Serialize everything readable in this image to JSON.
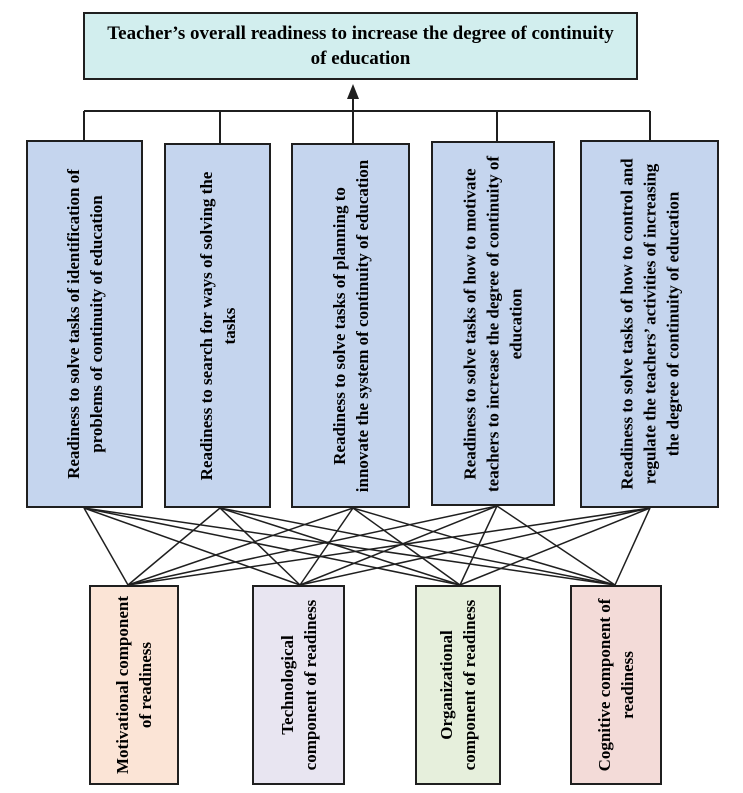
{
  "top": {
    "title": "Teacher’s overall readiness to increase the degree of continuity of education"
  },
  "tasks": [
    {
      "text": "Readiness to solve tasks of identification of problems of continuity of education"
    },
    {
      "text": "Readiness to search for ways of solving the tasks"
    },
    {
      "text": "Readiness to solve tasks of planning to innovate the system of continuity of education"
    },
    {
      "text": "Readiness to solve tasks of how to motivate teachers to increase the degree of continuity of education"
    },
    {
      "text": "Readiness to solve tasks of how to control and regulate the teachers’ activities of increasing the degree of continuity of education"
    }
  ],
  "components": [
    {
      "text": "Motivational component of readiness",
      "color": "#fbe4d6"
    },
    {
      "text": "Technological component of readiness",
      "color": "#e8e5f1"
    },
    {
      "text": "Organizational component of readiness",
      "color": "#e6efdc"
    },
    {
      "text": "Cognitive component of readiness",
      "color": "#f3dbd8"
    }
  ],
  "colors": {
    "top_fill": "#d2eeee",
    "task_fill": "#c5d5ee",
    "line": "#1f1f1f"
  }
}
